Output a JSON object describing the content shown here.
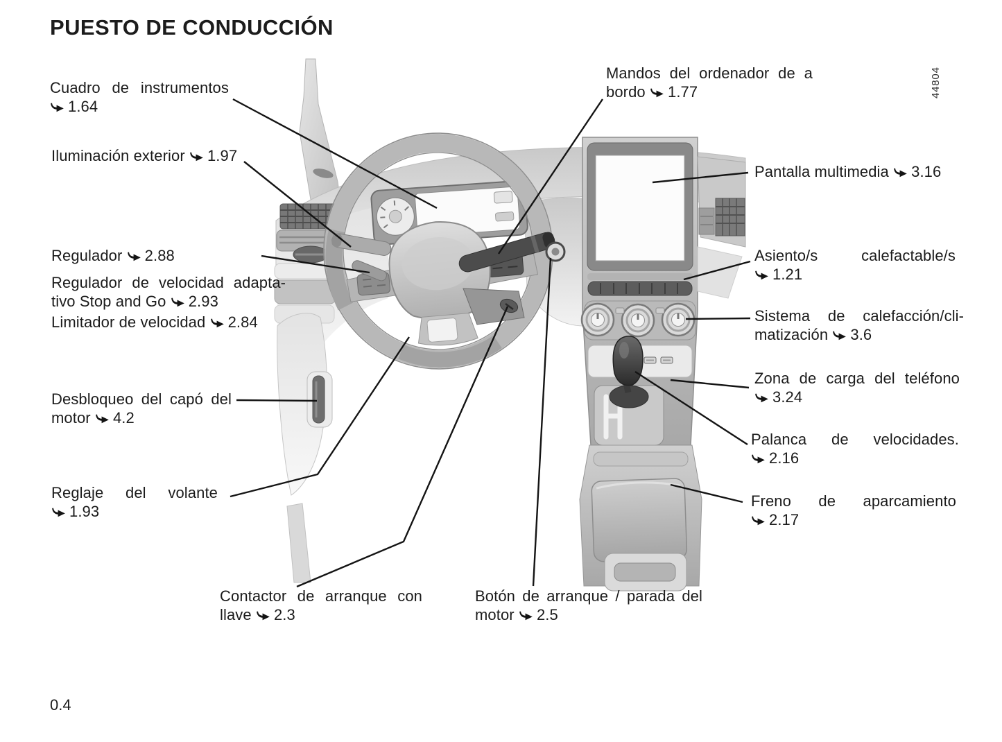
{
  "page": {
    "title": "PUESTO DE CONDUCCIÓN",
    "page_number": "0.4",
    "figure_number": "44804"
  },
  "callouts": [
    {
      "id": "instrument-cluster",
      "label": "Cuadro de instrumentos",
      "ref": "1.64"
    },
    {
      "id": "exterior-lighting",
      "label": "Iluminación exterior",
      "ref": "1.97"
    },
    {
      "id": "cruise-control",
      "label": "Regulador",
      "ref": "2.88"
    },
    {
      "id": "adaptive-cruise-control",
      "label": "Regulador de velocidad adapta­tivo Stop and Go",
      "ref": "2.93"
    },
    {
      "id": "speed-limiter",
      "label": "Limitador de velocidad",
      "ref": "2.84"
    },
    {
      "id": "bonnet-release",
      "label": "Desbloqueo del capó del motor",
      "ref": "4.2"
    },
    {
      "id": "steering-wheel-adjust",
      "label": "Reglaje del volante",
      "ref": "1.93"
    },
    {
      "id": "key-ignition-switch",
      "label": "Contactor de arranque con llave",
      "ref": "2.3"
    },
    {
      "id": "engine-start-stop-button",
      "label": "Botón de arranque / parada del motor",
      "ref": "2.5"
    },
    {
      "id": "trip-computer-controls",
      "label": "Mandos del ordenador de a bordo",
      "ref": "1.77"
    },
    {
      "id": "multimedia-screen",
      "label": "Pantalla multimedia",
      "ref": "3.16"
    },
    {
      "id": "heated-seats",
      "label": "Asiento/s calefactable/s",
      "ref": "1.21"
    },
    {
      "id": "climate-system",
      "label": "Sistema de calefacción/cli­matización",
      "ref": "3.6"
    },
    {
      "id": "phone-charging-area",
      "label": "Zona de carga del teléfono",
      "ref": "3.24"
    },
    {
      "id": "gear-lever",
      "label": "Palanca de velocidades.",
      "ref": "2.16"
    },
    {
      "id": "parking-brake",
      "label": "Freno de aparcamiento",
      "ref": "2.17"
    }
  ]
}
